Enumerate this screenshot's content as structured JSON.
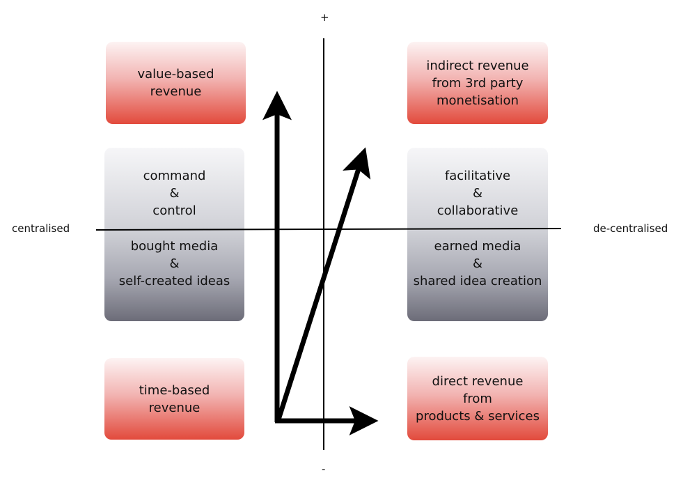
{
  "axes": {
    "top": "+",
    "bottom": "-",
    "left": "centralised",
    "right": "de-centralised"
  },
  "boxes": {
    "top_left": {
      "lines": [
        "value-based",
        "revenue"
      ]
    },
    "top_right": {
      "lines": [
        "indirect revenue",
        "from 3rd party",
        "monetisation"
      ]
    },
    "mid_left": {
      "upper": [
        "command",
        "&",
        "control"
      ],
      "lower": [
        "bought media",
        "&",
        "self-created ideas"
      ]
    },
    "mid_right": {
      "upper": [
        "facilitative",
        "&",
        "collaborative"
      ],
      "lower": [
        "earned media",
        "&",
        "shared idea creation"
      ]
    },
    "bottom_left": {
      "lines": [
        "time-based",
        "revenue"
      ]
    },
    "bottom_right": {
      "lines": [
        "direct revenue",
        "from",
        "products & services"
      ]
    }
  },
  "arrows": [
    {
      "name": "vertical-arrow",
      "direction": "up"
    },
    {
      "name": "diagonal-arrow",
      "direction": "up-right"
    },
    {
      "name": "horizontal-arrow",
      "direction": "right"
    }
  ],
  "colors": {
    "revenue_box_bottom": "#e24a3c",
    "revenue_box_top": "#fdf3f3",
    "media_box_top": "#f6f6f8",
    "media_box_bottom": "#6c6c78"
  }
}
